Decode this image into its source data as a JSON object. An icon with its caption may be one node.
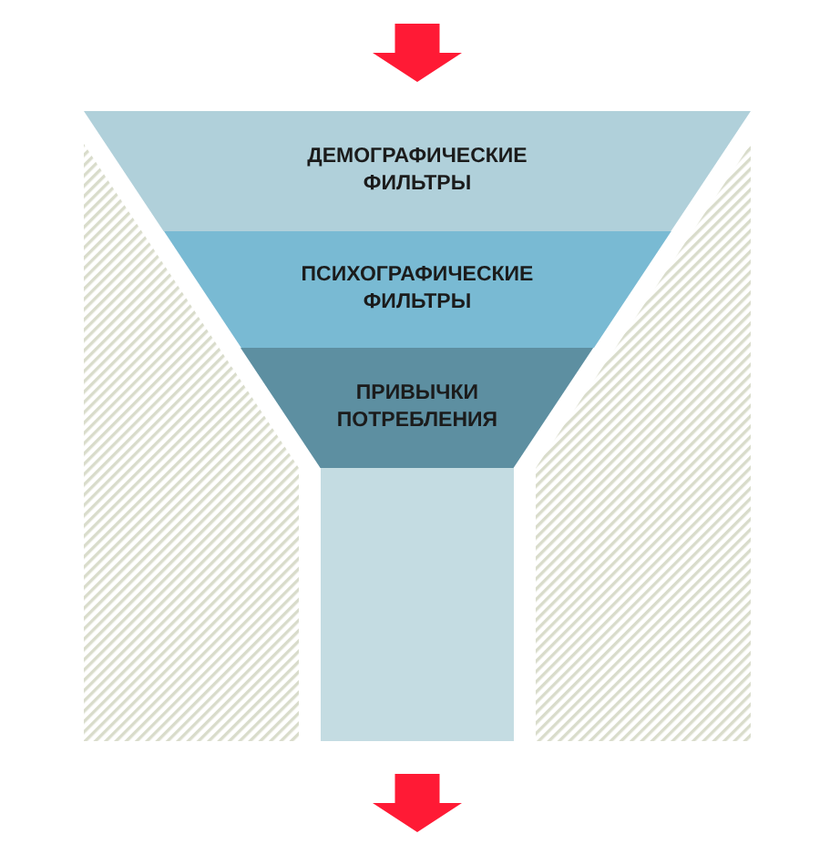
{
  "diagram": {
    "nodes": [
      {
        "text": [
          "ДЕМОГРАФИЧЕСКИЕ ФИЛЬТРЫ"
        ]
      },
      {
        "text": [
          "ПСИХОГРАФИЧЕСКИЕ ФИЛЬТРЫ"
        ]
      },
      {
        "text": [
          "ПРИВЫЧКИ ПОТРЕБЛЕНИЯ"
        ]
      },
      {
        "text": [],
        "shape": "box"
      }
    ],
    "edges": [
      {
        "from": null,
        "to": 0,
        "arrow": "to"
      },
      {
        "from": 3,
        "to": null,
        "arrow": "to"
      }
    ]
  }
}
